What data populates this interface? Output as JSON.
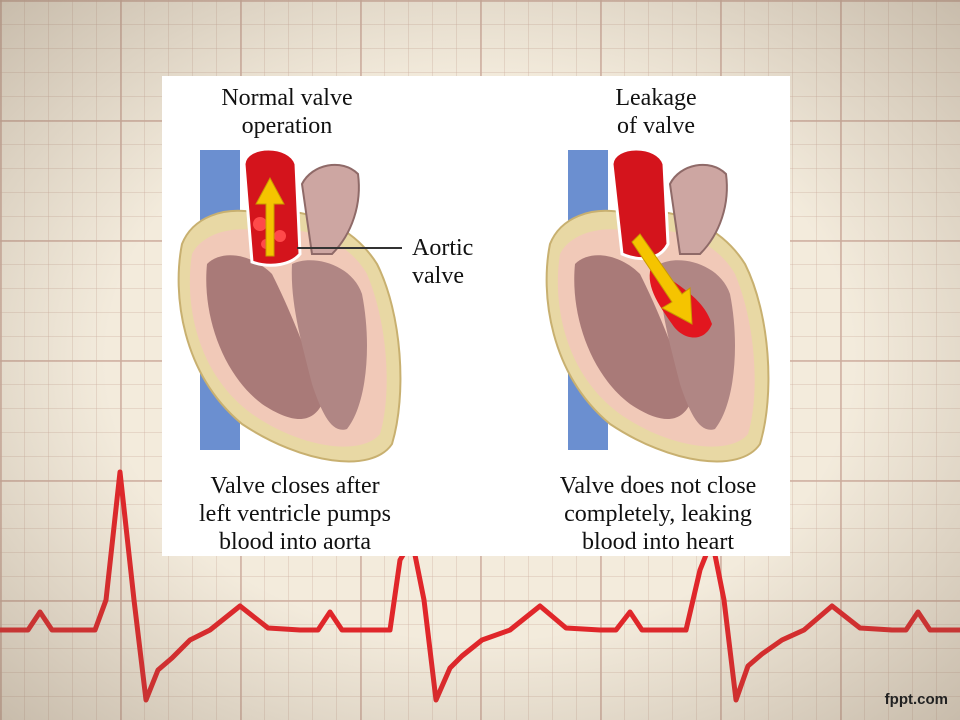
{
  "panel": {
    "left_title": [
      "Normal valve",
      "operation"
    ],
    "right_title": [
      "Leakage",
      "of valve"
    ],
    "pointer_label": [
      "Aortic",
      "valve"
    ],
    "left_caption": [
      "Valve closes after",
      "left ventricle pumps",
      "blood into aorta"
    ],
    "right_caption": [
      "Valve does not close",
      "completely, leaking",
      "blood into heart"
    ]
  },
  "footer": {
    "brand": "fppt.com"
  },
  "colors": {
    "background": "#f3ebdc",
    "ecg_line": "#e0262a",
    "blood": "#d4141c",
    "arrow": "#f5c400",
    "vein": "#6b8fd0",
    "myocardium": "#c9a59c",
    "pericardium": "#f1c9b8"
  },
  "icons": [
    "heart-illustration-normal",
    "heart-illustration-leaking",
    "flow-arrow-up",
    "flow-arrow-down"
  ]
}
